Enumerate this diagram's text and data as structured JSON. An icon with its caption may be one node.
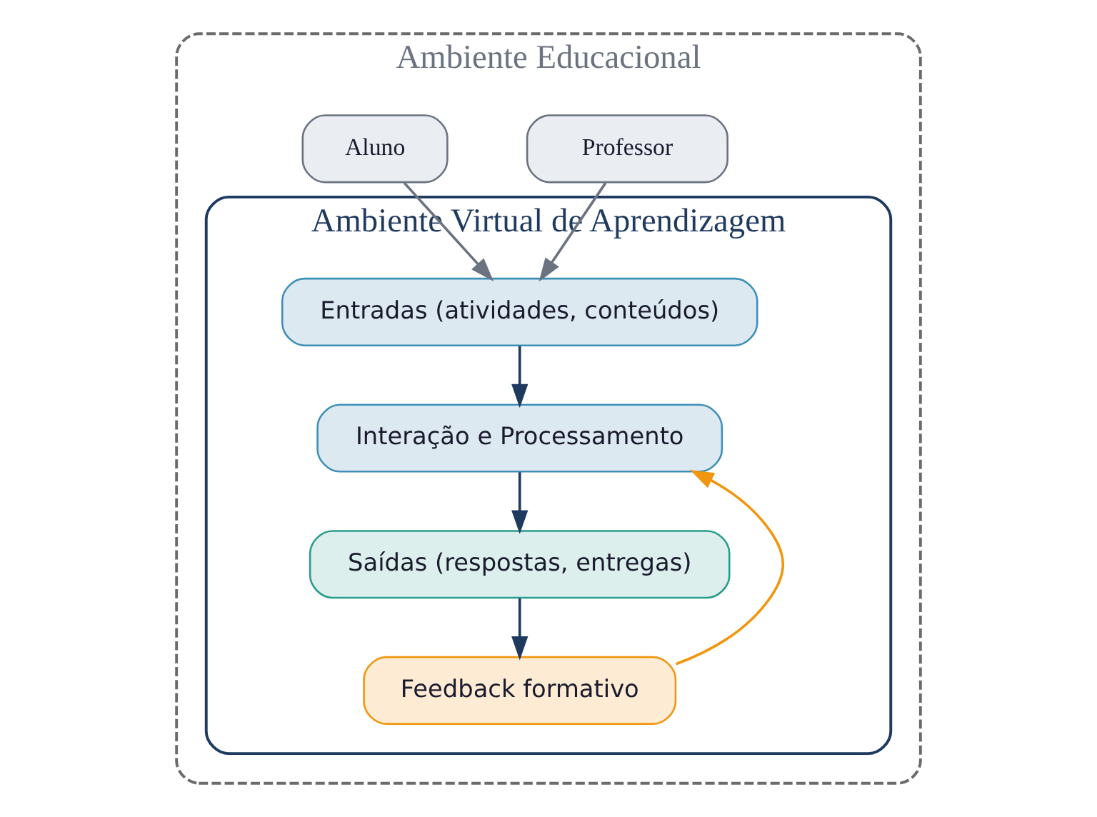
{
  "diagram": {
    "nodes": [
      {
        "text": [
          "Ambiente Educacional"
        ]
      },
      {
        "text": [
          "Professor"
        ],
        "in": 0
      },
      {
        "text": [
          "Aluno"
        ],
        "in": 0
      },
      {
        "text": [
          "Ambiente Virtual de Aprendizagem"
        ],
        "in": 0
      },
      {
        "text": [
          "Entradas (atividades, conteúdos)"
        ],
        "in": 3
      },
      {
        "text": [
          "Interação e Processamento"
        ],
        "in": 3
      },
      {
        "text": [
          "Saídas (respostas, entregas)"
        ],
        "in": 3
      },
      {
        "text": [
          "Feedback formativo"
        ],
        "in": 3
      }
    ],
    "edges": [
      {
        "from": 1,
        "to": 4,
        "arrow": "to",
        "color": "#6b7280"
      },
      {
        "from": 2,
        "to": 4,
        "arrow": "to",
        "color": "#6b7280"
      },
      {
        "from": 4,
        "to": 5,
        "arrow": "to"
      },
      {
        "from": 5,
        "to": 6,
        "arrow": "to"
      },
      {
        "from": 6,
        "to": 7,
        "arrow": "to"
      },
      {
        "from": 7,
        "to": 5,
        "arrow": "to",
        "color": "#f0960f"
      }
    ]
  }
}
